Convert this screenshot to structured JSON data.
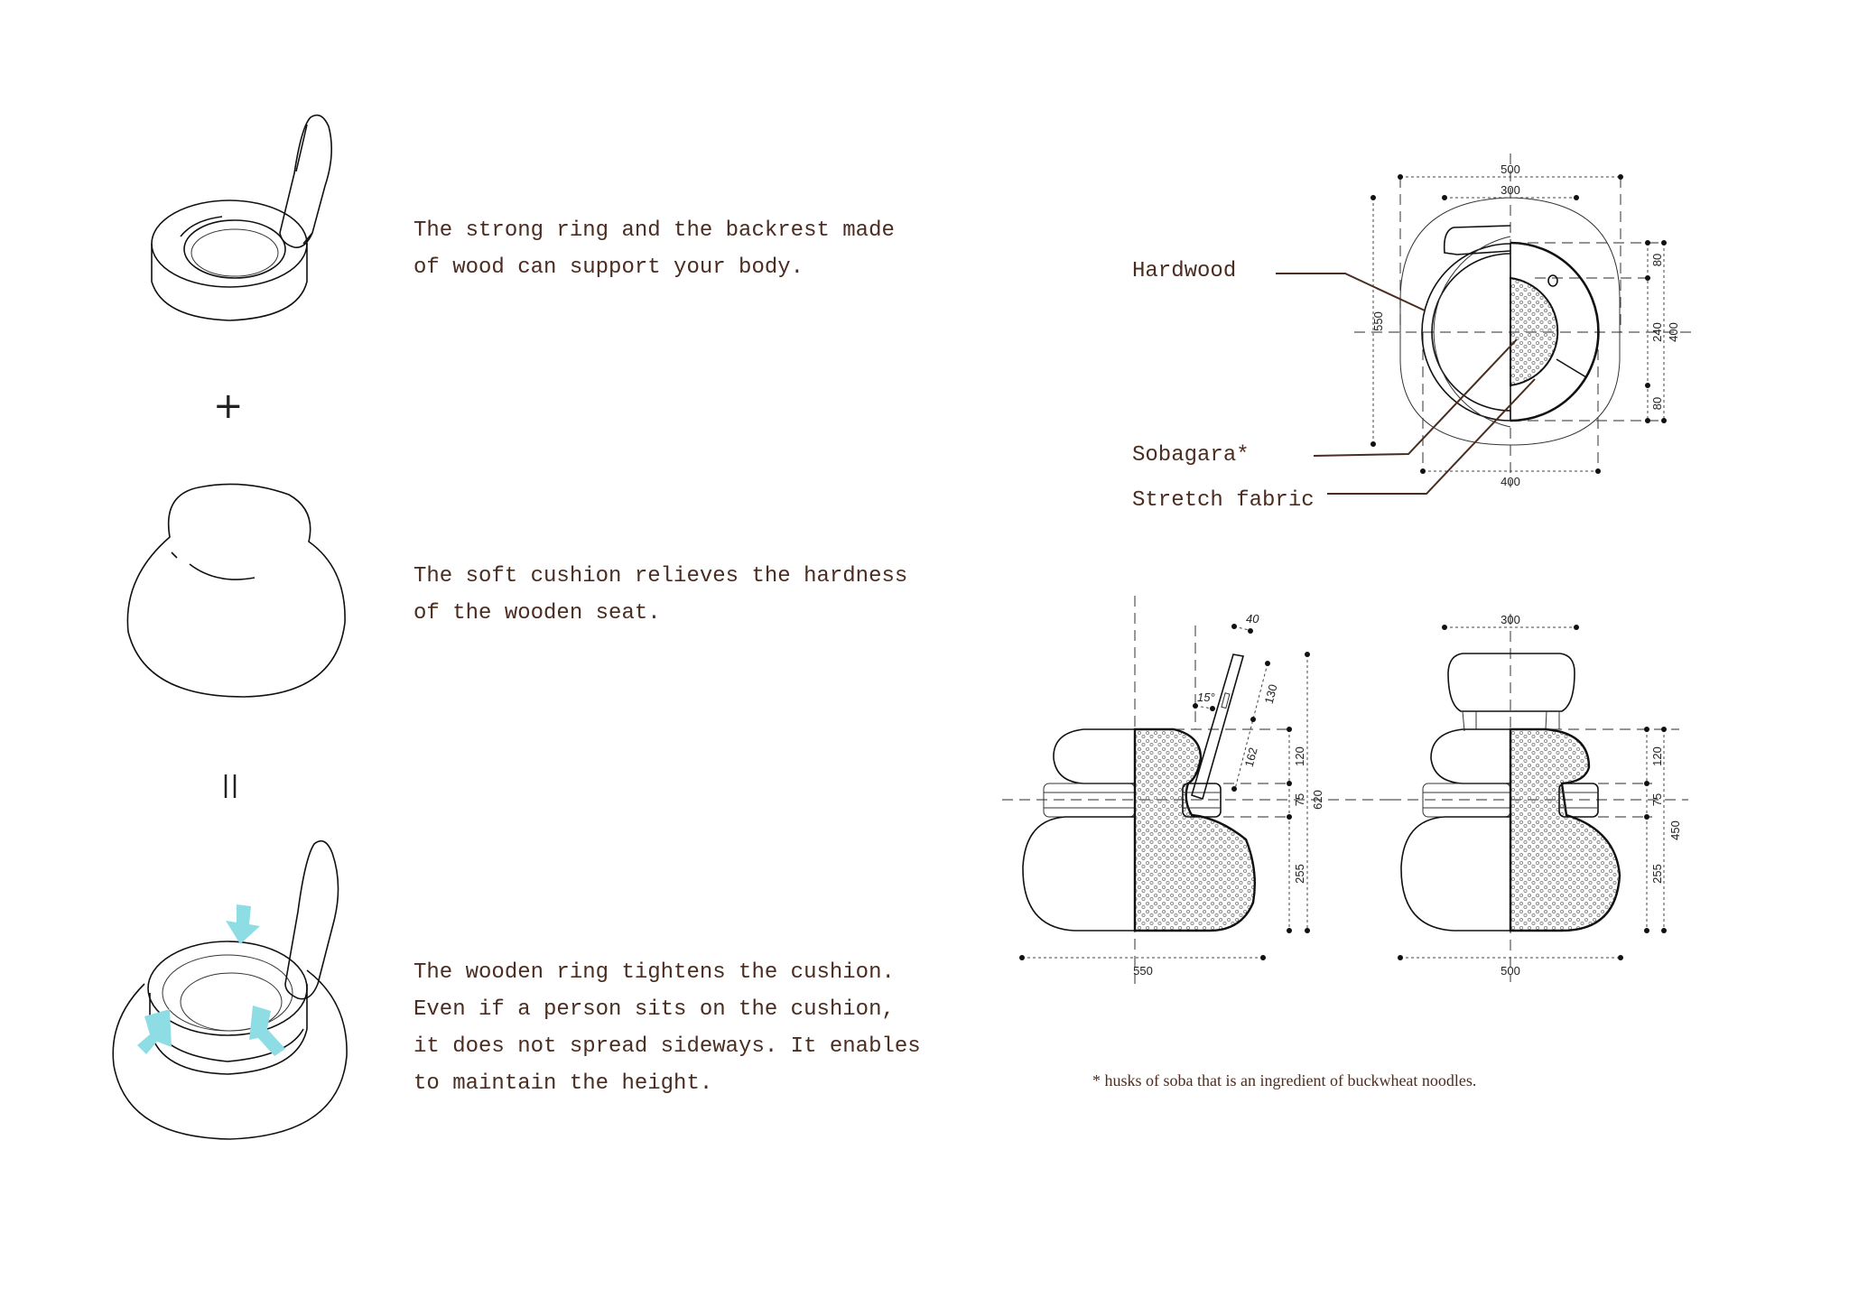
{
  "steps": [
    {
      "lines": [
        "The strong ring and the backrest made",
        "of wood can support your body."
      ]
    },
    {
      "lines": [
        "The soft cushion relieves the hardness",
        "of the wooden seat."
      ]
    },
    {
      "lines": [
        "The wooden ring tightens the cushion.",
        "Even if a person sits on the cushion,",
        "it does not spread sideways. It enables",
        "to maintain the height."
      ]
    }
  ],
  "operators": {
    "plus": "+",
    "equals": "="
  },
  "labels": {
    "hardwood": "Hardwood",
    "sobagara": "Sobagara*",
    "stretch_fabric": "Stretch fabric"
  },
  "footnote": "* husks of soba that is an ingredient of buckwheat noodles.",
  "plan_dims": {
    "width_outer": "500",
    "width_inner": "300",
    "depth": "550",
    "ring": "400",
    "top": "80",
    "middle": "240",
    "bottom": "80",
    "total": "400"
  },
  "side_dims": {
    "back_thickness": "40",
    "angle": "15°",
    "back_upper": "130",
    "back_lower": "162",
    "cushion_top": "120",
    "ring": "75",
    "cushion_bottom": "255",
    "total_height": "620",
    "depth": "550"
  },
  "front_dims": {
    "back_width": "300",
    "cushion_top": "120",
    "ring": "75",
    "cushion_bottom": "255",
    "seat_height": "450",
    "width": "500"
  },
  "colors": {
    "text": "#4a2c20",
    "arrow": "#8edde5",
    "leader": "#4a2c20"
  }
}
